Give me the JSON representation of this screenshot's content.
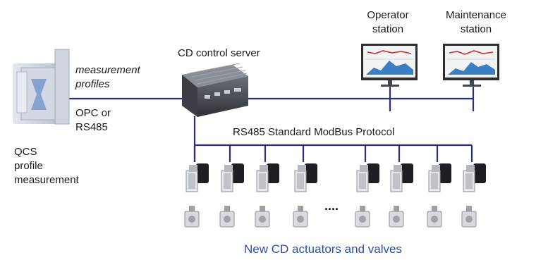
{
  "labels": {
    "cd_server": "CD control server",
    "operator_1": "Operator",
    "operator_2": "station",
    "maintenance_1": "Maintenance",
    "maintenance_2": "station",
    "measurement_1": "measurement",
    "measurement_2": "profiles",
    "opc_1": "OPC or",
    "opc_2": "RS485",
    "qcs_1": "QCS",
    "qcs_2": "profile",
    "qcs_3": "measurement",
    "modbus": "RS485 Standard ModBus Protocol",
    "ellipsis": "....",
    "footer": "New CD actuators and valves"
  },
  "icons": {
    "scanner": "qcs-scanner-icon",
    "server": "industrial-pc-icon",
    "monitor": "monitor-icon",
    "actuator": "actuator-icon",
    "valve": "valve-icon"
  },
  "colors": {
    "bus_line": "#2a2f7a",
    "footer_text": "#2b4fa0",
    "chart_red": "#c8322c",
    "chart_blue": "#3a7fc4"
  }
}
